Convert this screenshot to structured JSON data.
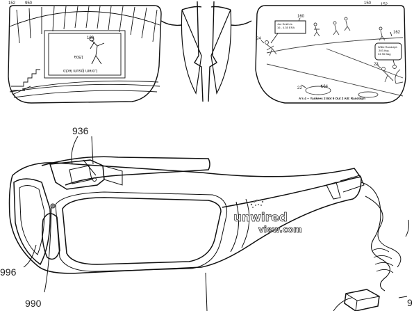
{
  "top_view": {
    "left_lens": {
      "ref_top_left": "152",
      "ref_top": "950",
      "ref_on_screen_a": "160",
      "ref_on_screen_b": "150a",
      "mirrored_caption": "Lorem ipsum lecto"
    },
    "right_lens": {
      "ref_top_a": "150",
      "ref_top_b": "152",
      "callout_player": {
        "ref": "160",
        "text": "Joe Smith is\n16 - 4.35 ERA"
      },
      "callout_batter": {
        "ref": "162",
        "text": "Willie Randolph\n.303 Avg.\n34 Stl Bag"
      },
      "ref_24": "24",
      "ref_23": "23",
      "ref_22": "22",
      "ref_164": "164",
      "scoreline": "A's 4 -- Yankees 2  Bot 9  Out 2  AB: Randolph"
    }
  },
  "bottom_view": {
    "ref_936": "936",
    "ref_996": "996",
    "ref_990": "990",
    "ref_99x": "9",
    "watermark_line1": "unwired",
    "watermark_line2": "view.com"
  }
}
